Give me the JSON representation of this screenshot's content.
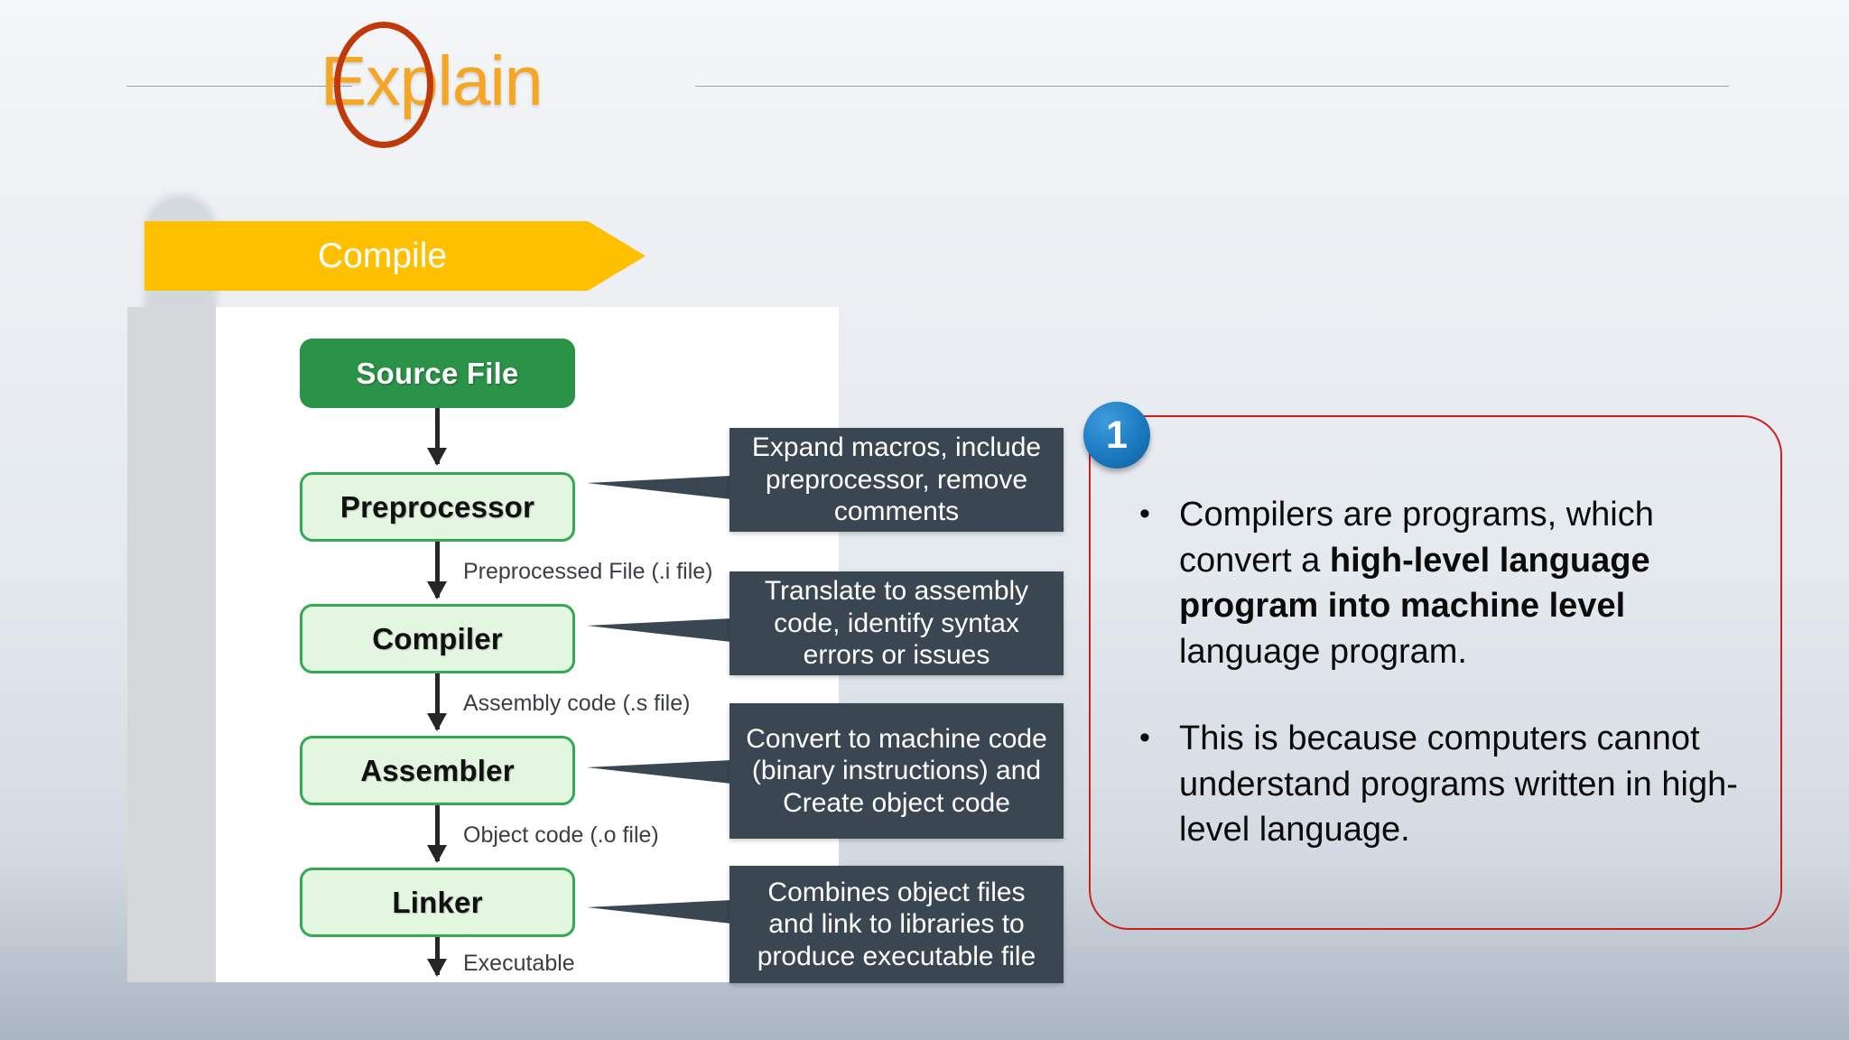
{
  "header": {
    "title": "Explain",
    "ellipse_color": "#c0390b",
    "title_color": "#f5a623"
  },
  "banner": {
    "label": "Compile",
    "color": "#ffc000"
  },
  "flowchart": {
    "nodes": [
      {
        "label": "Source File",
        "kind": "start"
      },
      {
        "label": "Preprocessor",
        "kind": "step"
      },
      {
        "label": "Compiler",
        "kind": "step"
      },
      {
        "label": "Assembler",
        "kind": "step"
      },
      {
        "label": "Linker",
        "kind": "step"
      }
    ],
    "edge_labels": [
      "Preprocessed File (.i file)",
      "Assembly code (.s file)",
      "Object code (.o file)",
      "Executable"
    ],
    "callouts": [
      "Expand macros, include preprocessor, remove comments",
      "Translate to assembly code, identify syntax errors or issues",
      "Convert to machine code (binary instructions) and Create object code",
      "Combines object files and link to libraries to produce executable file"
    ],
    "start_color": "#2b9348",
    "step_fill": "#e3f7e0",
    "step_border": "#34a853",
    "callout_color": "#3a4752"
  },
  "callout_box": {
    "badge": "1",
    "border_color": "#cf2020",
    "bullets": [
      {
        "marker": "•",
        "parts": [
          {
            "text": "Compilers are programs, which convert a ",
            "bold": false
          },
          {
            "text": "high-level language program into machine level",
            "bold": true
          },
          {
            "text": " language program.",
            "bold": false
          }
        ]
      },
      {
        "marker": "•",
        "parts": [
          {
            "text": "This is because computers cannot understand programs written in high-level language.",
            "bold": false
          }
        ]
      }
    ]
  }
}
